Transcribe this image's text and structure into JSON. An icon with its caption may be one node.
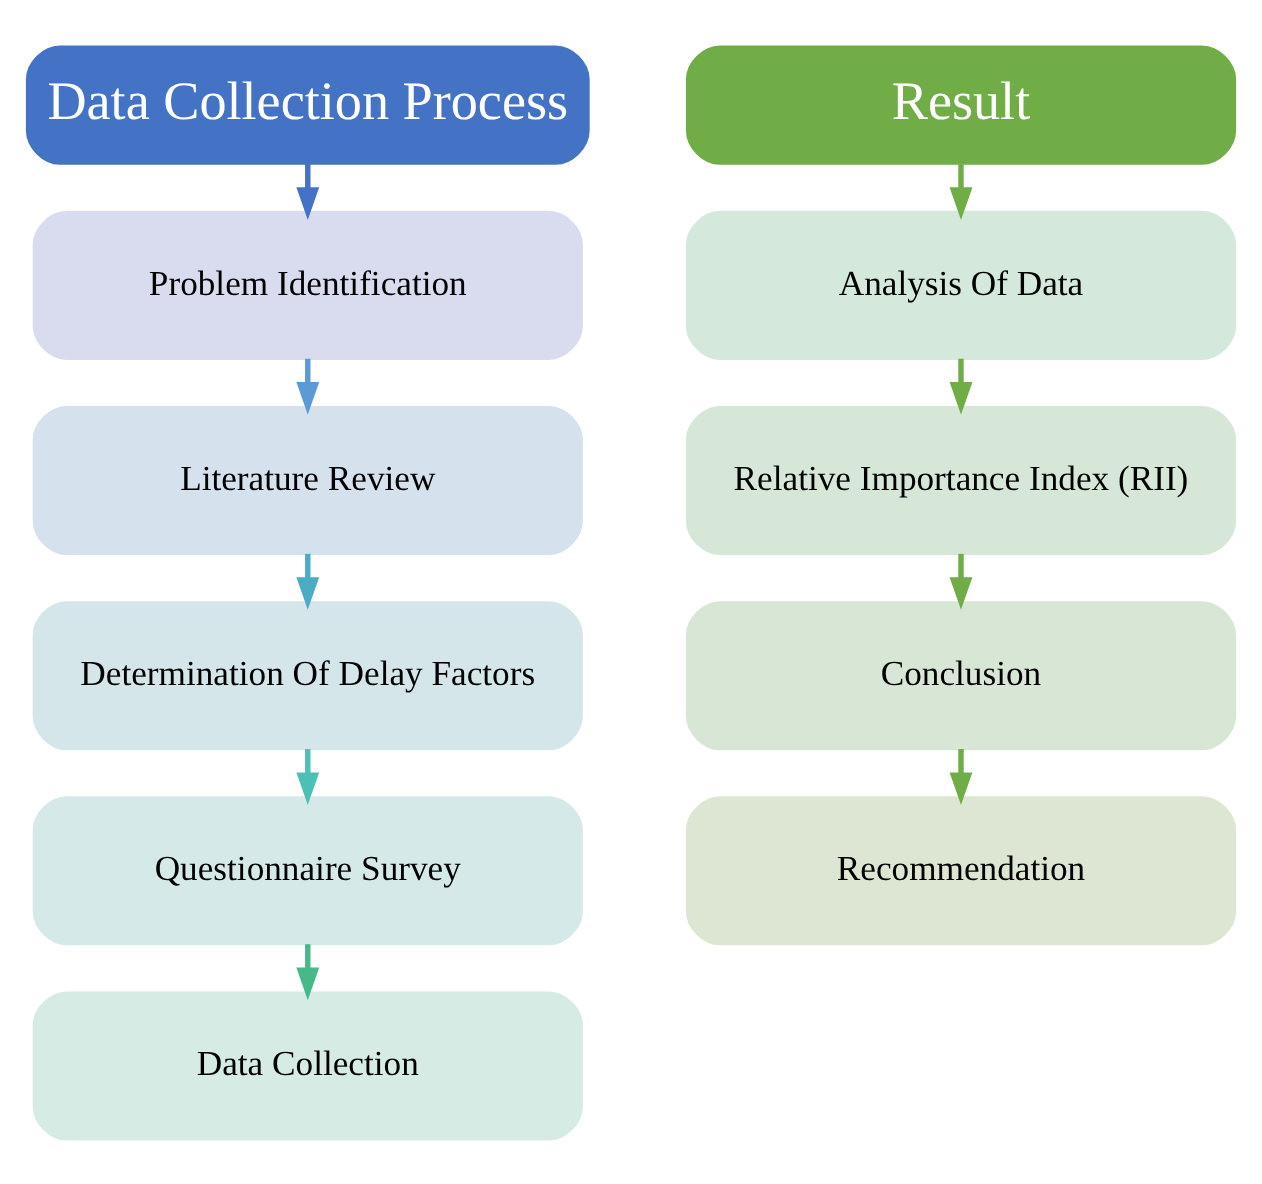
{
  "diagram": {
    "nodes": [
      {
        "text": [
          "Data Collection Process"
        ]
      },
      {
        "text": [
          "Problem Identification"
        ]
      },
      {
        "text": [
          "Literature Review"
        ]
      },
      {
        "text": [
          "Determination Of Delay Factors"
        ]
      },
      {
        "text": [
          "Questionnaire Survey"
        ]
      },
      {
        "text": [
          "Data Collection"
        ]
      },
      {
        "text": [
          "Result"
        ]
      },
      {
        "text": [
          "Analysis Of Data"
        ]
      },
      {
        "text": [
          "Relative Importance Index (RII)"
        ]
      },
      {
        "text": [
          "Conclusion"
        ]
      },
      {
        "text": [
          "Recommendation"
        ]
      }
    ],
    "edges": [
      {
        "from": 0,
        "to": 1,
        "arrow": "to",
        "color": "#4472c4"
      },
      {
        "from": 1,
        "to": 2,
        "arrow": "to",
        "color": "#5b9bd5"
      },
      {
        "from": 2,
        "to": 3,
        "arrow": "to",
        "color": "#4bacc6"
      },
      {
        "from": 3,
        "to": 4,
        "arrow": "to",
        "color": "#4bc0b5"
      },
      {
        "from": 4,
        "to": 5,
        "arrow": "to",
        "color": "#45b98a"
      },
      {
        "from": 6,
        "to": 7,
        "arrow": "to"
      },
      {
        "from": 7,
        "to": 8,
        "arrow": "to"
      },
      {
        "from": 8,
        "to": 9,
        "arrow": "to"
      },
      {
        "from": 9,
        "to": 10,
        "arrow": "to"
      }
    ]
  }
}
